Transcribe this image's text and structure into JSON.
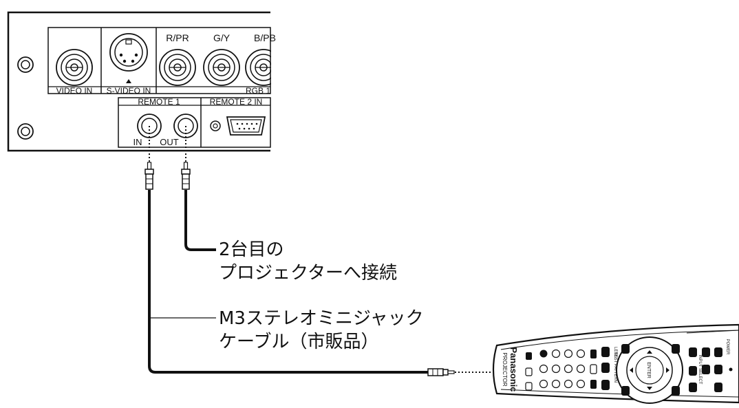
{
  "panel": {
    "labels": {
      "video_in": "VIDEO IN",
      "s_video_in": "S-VIDEO IN",
      "rgb": "RGB 1",
      "r": "R/PR",
      "g": "G/Y",
      "b": "B/PB",
      "remote1": "REMOTE 1",
      "remote2": "REMOTE 2 IN",
      "in": "IN",
      "out": "OUT"
    }
  },
  "callouts": {
    "second_projector_line1": "2台目の",
    "second_projector_line2": "プロジェクターへ接続",
    "cable_line1": "M3ステレオミニジャック",
    "cable_line2": "ケーブル（市販品）"
  },
  "remote": {
    "brand": "Panasonic",
    "model": "PROJECTOR",
    "enter": "ENTER",
    "power": "POWER",
    "input_select": "INPUT SELECT",
    "lens": "LENS",
    "test_pattern": "TEST PATTERN"
  }
}
